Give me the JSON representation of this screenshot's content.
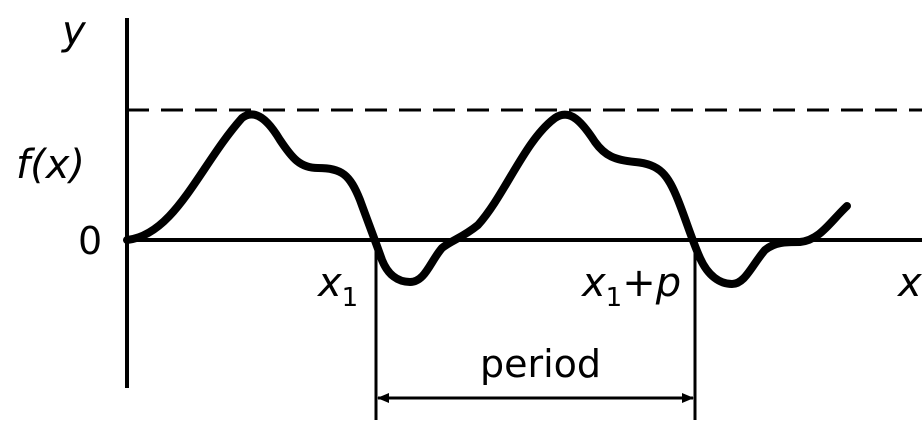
{
  "axes": {
    "y_label": "y",
    "x_label": "x",
    "zero_label": "0",
    "fx_label": "f(x)"
  },
  "markers": {
    "x1_base": "x",
    "x1_sub": "1",
    "x1p_base": "x",
    "x1p_sub": "1",
    "x1p_suffix": "+p"
  },
  "period_label": "period",
  "colors": {
    "ink": "#000000",
    "background": "#ffffff"
  }
}
